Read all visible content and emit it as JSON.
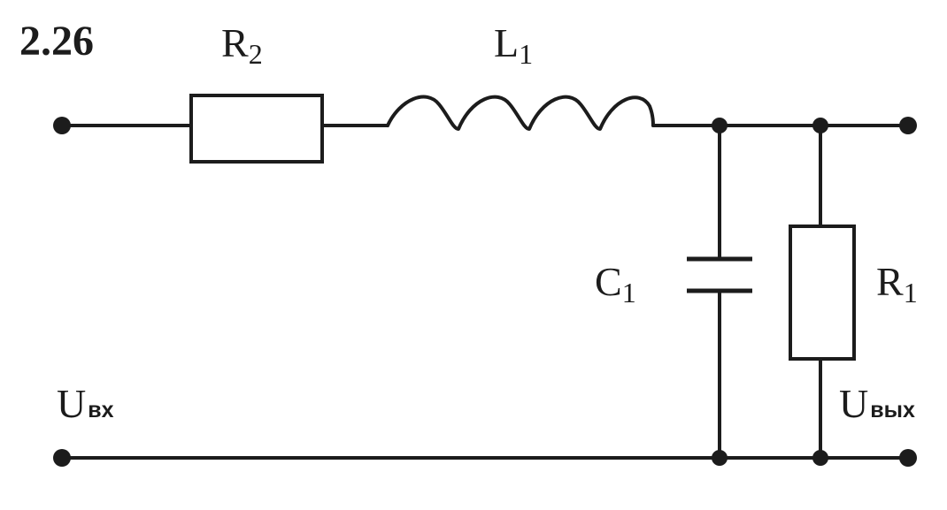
{
  "problem_number": "2.26",
  "components": {
    "r2": {
      "symbol": "R",
      "index": "2"
    },
    "l1": {
      "symbol": "L",
      "index": "1"
    },
    "c1": {
      "symbol": "C",
      "index": "1"
    },
    "r1": {
      "symbol": "R",
      "index": "1"
    }
  },
  "ports": {
    "input": {
      "symbol": "U",
      "subscript": "вх"
    },
    "output": {
      "symbol": "U",
      "subscript": "вых"
    }
  },
  "colors": {
    "ink": "#1c1c1c",
    "background": "#ffffff"
  }
}
